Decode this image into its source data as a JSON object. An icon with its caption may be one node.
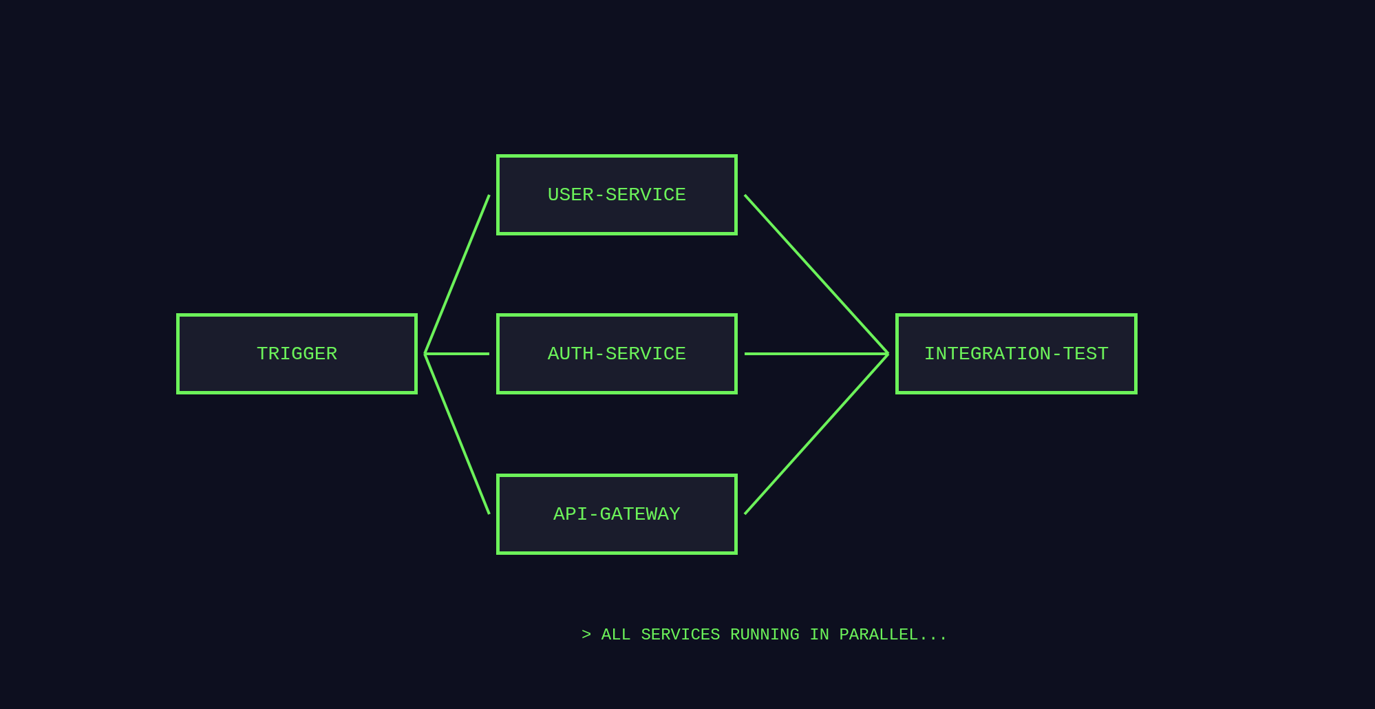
{
  "diagram": {
    "nodes": [
      {
        "text": [
          "TRIGGER"
        ]
      },
      {
        "text": [
          "USER-SERVICE"
        ]
      },
      {
        "text": [
          "AUTH-SERVICE"
        ]
      },
      {
        "text": [
          "API-GATEWAY"
        ]
      },
      {
        "text": [
          "INTEGRATION-TEST"
        ]
      }
    ],
    "edges": [
      {
        "from": 0,
        "to": 1,
        "arrow": "none"
      },
      {
        "from": 0,
        "to": 2,
        "arrow": "none"
      },
      {
        "from": 0,
        "to": 3,
        "arrow": "none"
      },
      {
        "from": 1,
        "to": 4,
        "arrow": "none"
      },
      {
        "from": 2,
        "to": 4,
        "arrow": "none"
      },
      {
        "from": 3,
        "to": 4,
        "arrow": "none"
      }
    ],
    "labels": [
      "> ALL SERVICES RUNNING IN PARALLEL..."
    ]
  }
}
